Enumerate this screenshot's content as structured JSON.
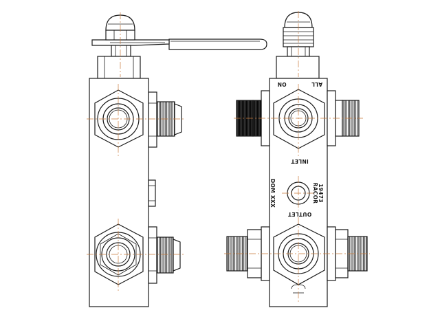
{
  "labels": {
    "on": "ON",
    "all": "ALL",
    "inlet": "INLET",
    "racor": "RACOR",
    "part_number": "19473",
    "dom": "DOM XXX",
    "outlet": "OUTLET"
  },
  "colors": {
    "line": "#1a1a1a",
    "centerline": "#c87a3a",
    "background": "#ffffff"
  }
}
